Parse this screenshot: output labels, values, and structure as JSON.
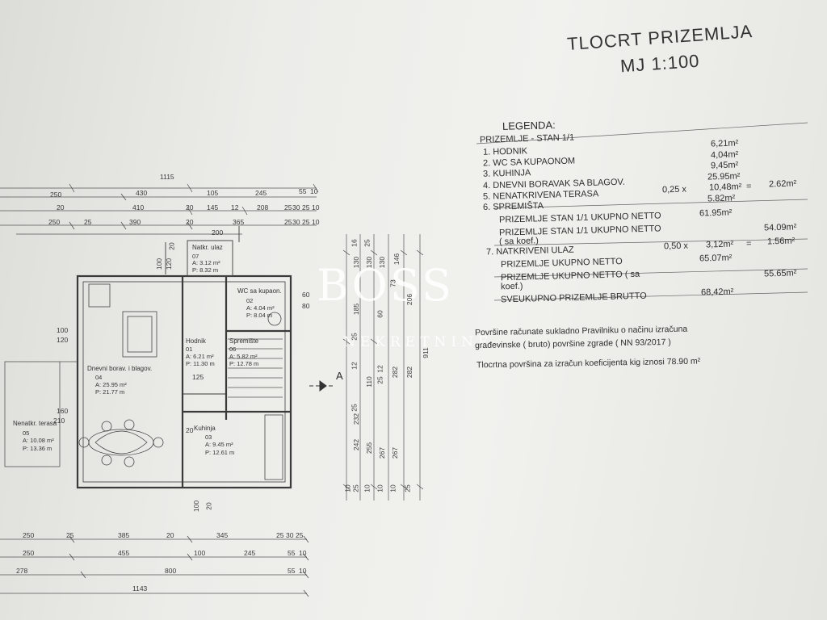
{
  "title": {
    "line1": "TLOCRT  PRIZEMLJA",
    "line2": "MJ 1:100"
  },
  "watermark": {
    "brand": "BOSS",
    "sub": "NEKRETNINE"
  },
  "legend": {
    "heading": "LEGENDA:",
    "unit": "PRIZEMLJE  - STAN  1/1",
    "rooms": [
      {
        "label": "1.  HODNIK",
        "area": "6,21m²"
      },
      {
        "label": "2.  WC  SA  KUPAONOM",
        "area": "4,04m²"
      },
      {
        "label": "3.  KUHINJA",
        "area": "9,45m²"
      },
      {
        "label": "4.  DNEVNI  BORAVAK SA BLAGOV.",
        "area": "25.95m²"
      },
      {
        "label": "5.  NENATKRIVENA  TERASA",
        "area": ""
      },
      {
        "label": "6.  SPREMIŠTA",
        "area": "5.82m²"
      }
    ],
    "terrace_calc": {
      "factor": "0,25  x",
      "area": "10,48m²",
      "eq": "=",
      "result": "2.62m²"
    },
    "net_total_label": "PRIZEMLJE STAN 1/1  UKUPNO NETTO",
    "net_total": "61.95m²",
    "net_coef_label": "PRIZEMLJE  STAN 1/1  UKUPNO NETTO",
    "net_coef_sub": "( sa  koef.)",
    "net_coef": "54.09m²",
    "covered_entry": {
      "label": "7.  NATKRIVENI  ULAZ",
      "factor": "0,50  x",
      "area": "3,12m²",
      "eq": "=",
      "result": "1.56m²"
    },
    "ground_net_label": "PRIZEMLJE   UKUPNO NETTO",
    "ground_net": "65.07m²",
    "ground_net_coef_label": "PRIZEMLJE   UKUPNO NETTO ( sa",
    "ground_net_coef_sub": "koef.)",
    "ground_net_coef": "55.65m²",
    "gross_label": "SVEUKUPNO PRIZEMLJE  BRUTTO",
    "gross": "68,42m²"
  },
  "notes": {
    "line1": "Površine  računate sukladno  Pravilniku  o  načinu izračuna",
    "line2": "građevinske ( bruto) površine zgrade  ( NN 93/2017 )",
    "line3": "Tlocrtna  površina za izračun koeficijenta kig iznosi 78.90 m²"
  },
  "section_marker": "A",
  "plan": {
    "rooms": [
      {
        "name": "Natkr. ulaz",
        "no": "07",
        "a": "A:  3.12 m²",
        "p": "P:  8.32 m"
      },
      {
        "name": "WC sa kupaon.",
        "no": "02",
        "a": "A:  4.04 m²",
        "p": "P:  8.04 m"
      },
      {
        "name": "Hodnik",
        "no": "01",
        "a": "A:  6.21 m²",
        "p": "P:  11.30 m"
      },
      {
        "name": "Spremište",
        "no": "06",
        "a": "A:  5.82 m²",
        "p": "P:  12.78 m"
      },
      {
        "name": "Dnevni borav. i blagov.",
        "no": "04",
        "a": "A:  25.95 m²",
        "p": "P:  21.77 m"
      },
      {
        "name": "Kuhinja",
        "no": "03",
        "a": "A:  9.45 m²",
        "p": "P:  12.61 m"
      },
      {
        "name": "Nenatkr. terasa",
        "no": "05",
        "a": "A:  10.08 m²",
        "p": "P:  13.36 m"
      }
    ],
    "dims_top": {
      "total": "1115",
      "row1": [
        "250",
        "430",
        "105",
        "245",
        "55",
        "10"
      ],
      "row2": [
        "20",
        "410",
        "20",
        "145",
        "12",
        "208",
        "25",
        "30",
        "25",
        "10"
      ],
      "row3": [
        "250",
        "25",
        "390",
        "20",
        "365",
        "25",
        "30",
        "25",
        "10"
      ],
      "misc": [
        "200",
        "20",
        "1115"
      ]
    },
    "dims_bottom": {
      "row1": [
        "250",
        "25",
        "385",
        "20",
        "345",
        "25",
        "30",
        "25"
      ],
      "row2": [
        "250",
        "455",
        "100",
        "245",
        "55",
        "10"
      ],
      "row3": [
        "278",
        "800",
        "55",
        "10"
      ],
      "total": "1143"
    },
    "dims_left": [
      "100",
      "120",
      "160",
      "210"
    ],
    "dims_misc": [
      "100",
      "120",
      "100",
      "20",
      "125",
      "60",
      "80",
      "20"
    ],
    "dims_vertical": [
      "16",
      "130",
      "25",
      "130",
      "130",
      "146",
      "185",
      "60",
      "73",
      "206",
      "25",
      "12",
      "110",
      "12",
      "25",
      "282",
      "282",
      "25",
      "232",
      "242",
      "255",
      "267",
      "267",
      "10",
      "25",
      "10",
      "10",
      "10",
      "25",
      "911"
    ]
  }
}
